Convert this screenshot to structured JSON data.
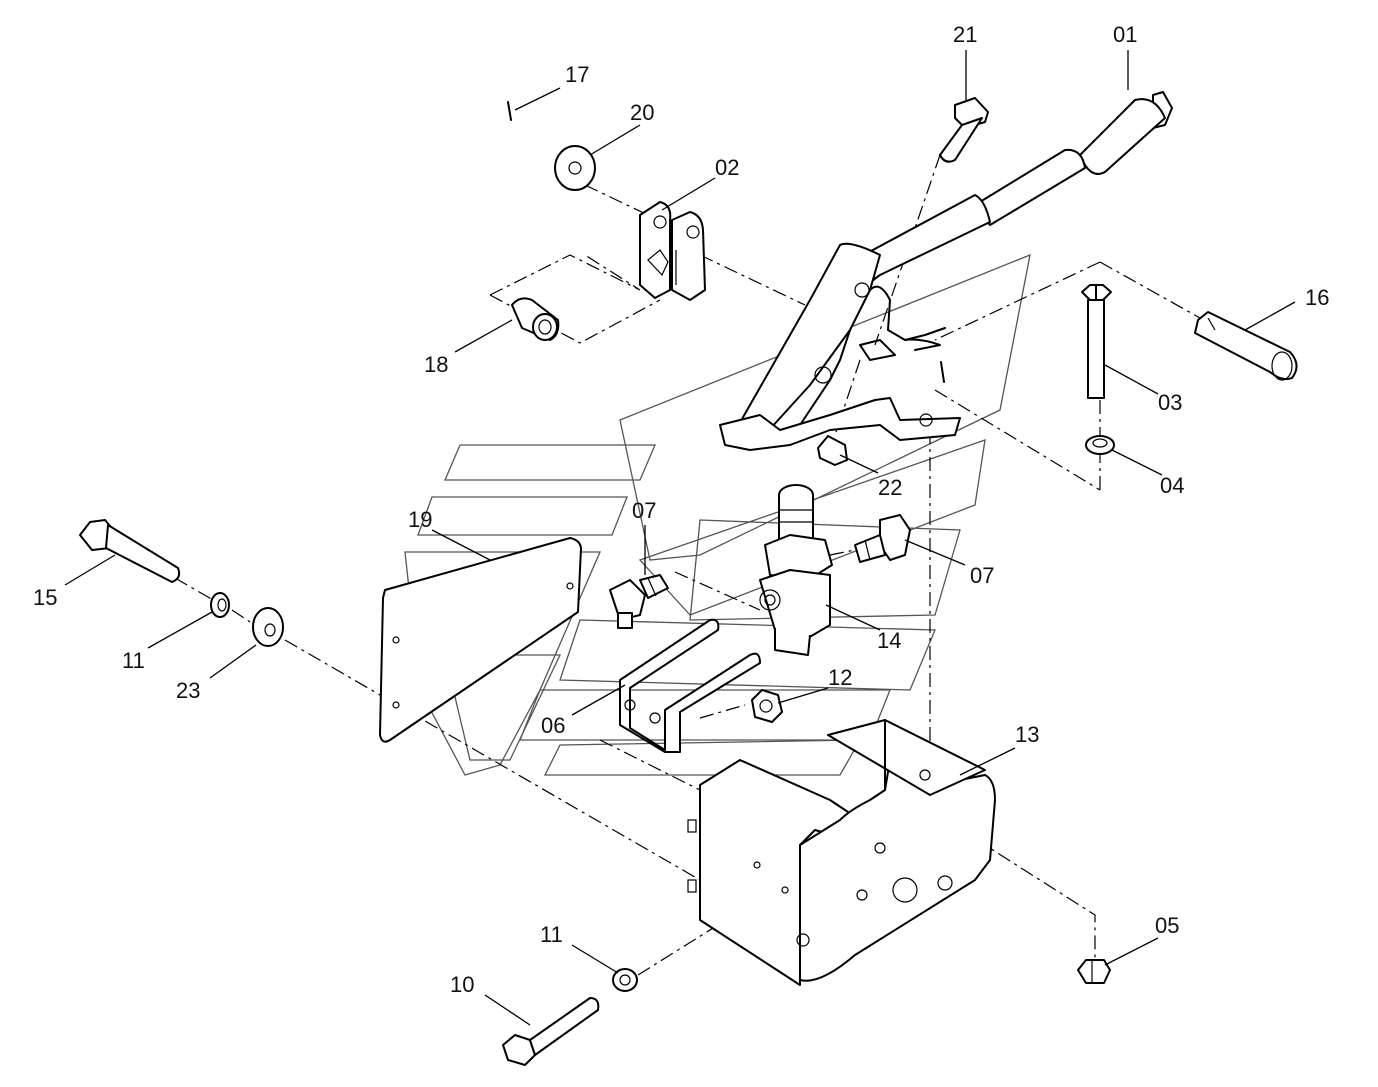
{
  "callouts": [
    {
      "id": "01",
      "text": "01"
    },
    {
      "id": "02",
      "text": "02"
    },
    {
      "id": "03",
      "text": "03"
    },
    {
      "id": "04",
      "text": "04"
    },
    {
      "id": "05",
      "text": "05"
    },
    {
      "id": "06",
      "text": "06"
    },
    {
      "id": "07a",
      "text": "07"
    },
    {
      "id": "07b",
      "text": "07"
    },
    {
      "id": "10",
      "text": "10"
    },
    {
      "id": "11a",
      "text": "11"
    },
    {
      "id": "11b",
      "text": "11"
    },
    {
      "id": "12",
      "text": "12"
    },
    {
      "id": "13",
      "text": "13"
    },
    {
      "id": "14",
      "text": "14"
    },
    {
      "id": "15",
      "text": "15"
    },
    {
      "id": "16",
      "text": "16"
    },
    {
      "id": "17",
      "text": "17"
    },
    {
      "id": "18",
      "text": "18"
    },
    {
      "id": "19",
      "text": "19"
    },
    {
      "id": "20",
      "text": "20"
    },
    {
      "id": "21",
      "text": "21"
    },
    {
      "id": "22",
      "text": "22"
    },
    {
      "id": "23",
      "text": "23"
    }
  ]
}
